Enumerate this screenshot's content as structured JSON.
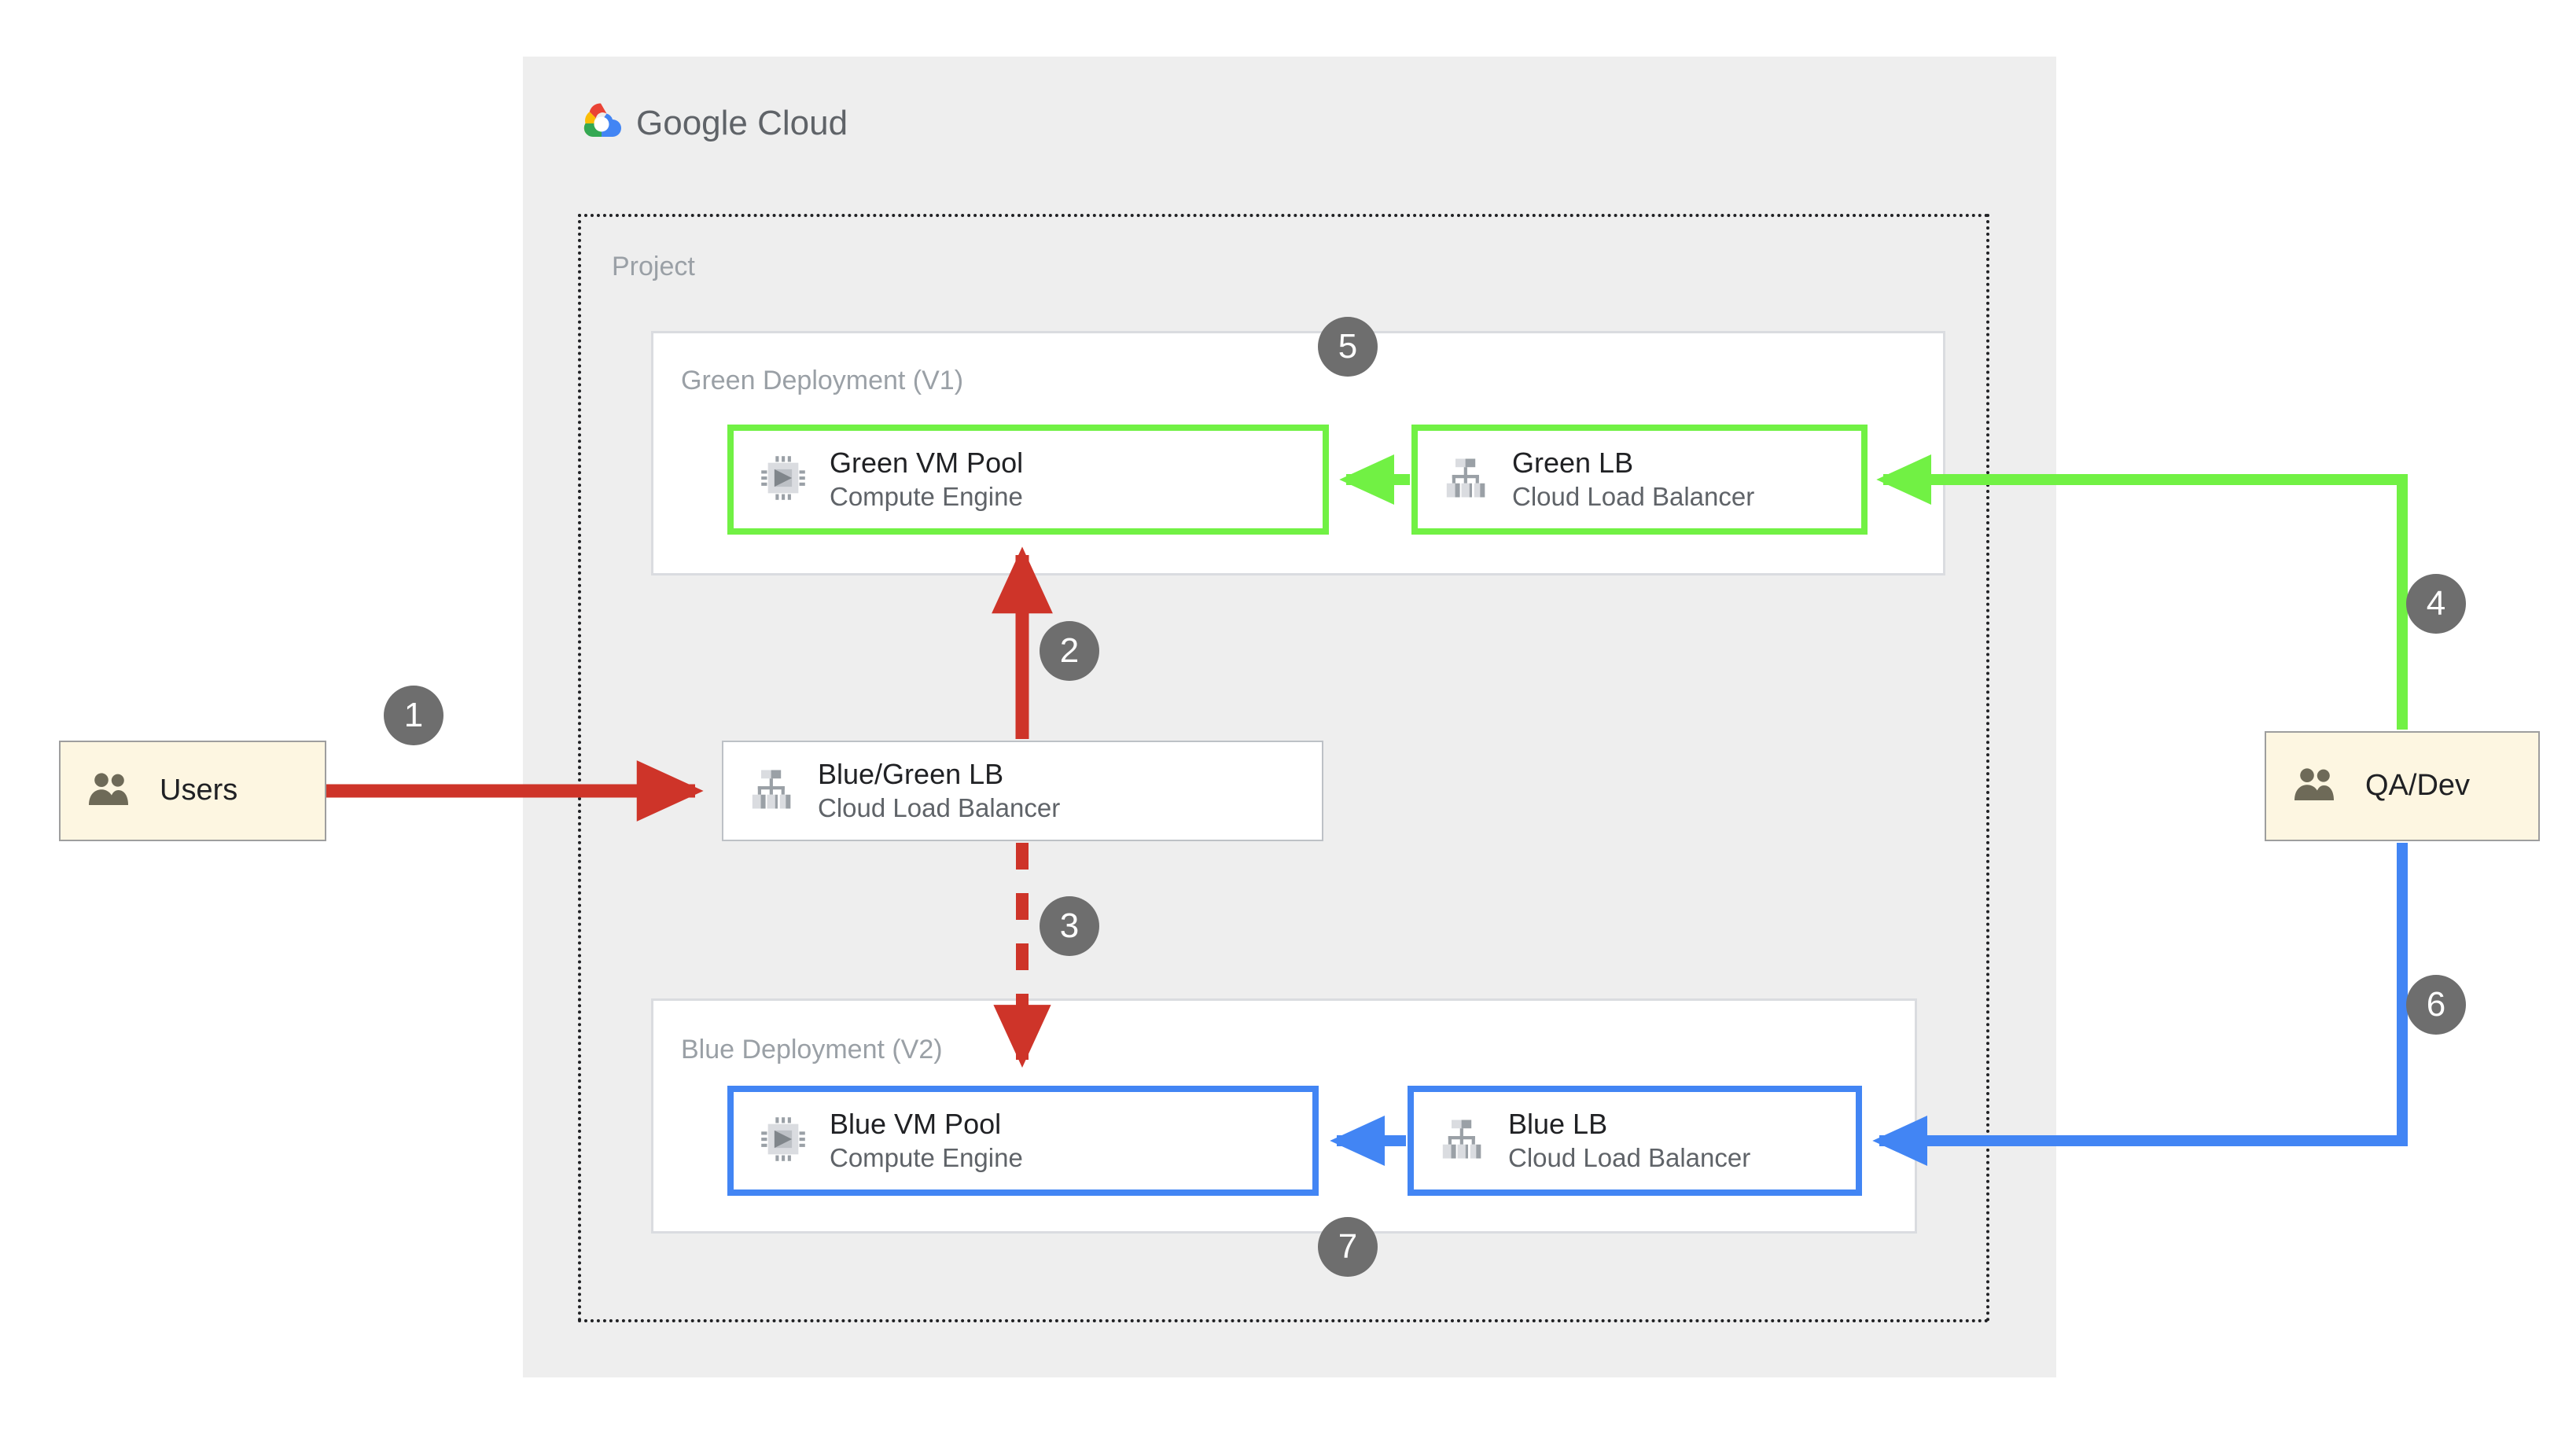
{
  "brand": {
    "name_part1": "Google",
    "name_part2": "Cloud",
    "logo_icon": "google-cloud-logo"
  },
  "project": {
    "label": "Project"
  },
  "groups": [
    {
      "id": "green-deployment",
      "label": "Green Deployment (V1)"
    },
    {
      "id": "blue-deployment",
      "label": "Blue Deployment (V2)"
    }
  ],
  "nodes": {
    "green_vm": {
      "title": "Green VM Pool",
      "subtitle": "Compute Engine",
      "icon": "compute-engine-chip-icon",
      "accent": "#71f144"
    },
    "green_lb": {
      "title": "Green LB",
      "subtitle": "Cloud Load Balancer",
      "icon": "cloud-load-balancer-icon",
      "accent": "#71f144"
    },
    "bluegreen_lb": {
      "title": "Blue/Green LB",
      "subtitle": "Cloud Load Balancer",
      "icon": "cloud-load-balancer-icon",
      "accent": "#bdc1c6"
    },
    "blue_vm": {
      "title": "Blue VM Pool",
      "subtitle": "Compute Engine",
      "icon": "compute-engine-chip-icon",
      "accent": "#4285f4"
    },
    "blue_lb": {
      "title": "Blue LB",
      "subtitle": "Cloud Load Balancer",
      "icon": "cloud-load-balancer-icon",
      "accent": "#4285f4"
    },
    "users": {
      "title": "Users",
      "icon": "users-group-icon",
      "fill": "#fdf6e1"
    },
    "qa_dev": {
      "title": "QA/Dev",
      "icon": "users-group-icon",
      "fill": "#fdf6e1"
    }
  },
  "badges": [
    {
      "number": "1"
    },
    {
      "number": "2"
    },
    {
      "number": "3"
    },
    {
      "number": "4"
    },
    {
      "number": "5"
    },
    {
      "number": "6"
    },
    {
      "number": "7"
    }
  ],
  "flows": [
    {
      "step": "1",
      "from": "users",
      "to": "bluegreen_lb",
      "color": "#ce3429",
      "style": "solid"
    },
    {
      "step": "2",
      "from": "bluegreen_lb",
      "to": "green_vm",
      "color": "#ce3429",
      "style": "solid"
    },
    {
      "step": "3",
      "from": "bluegreen_lb",
      "to": "blue_vm",
      "color": "#ce3429",
      "style": "dashed"
    },
    {
      "step": "4",
      "from": "qa_dev",
      "to": "green_lb",
      "color": "#71f144",
      "style": "solid"
    },
    {
      "step": "5",
      "from": "green_lb",
      "to": "green_vm",
      "color": "#71f144",
      "style": "solid"
    },
    {
      "step": "6",
      "from": "qa_dev",
      "to": "blue_lb",
      "color": "#4285f4",
      "style": "solid"
    },
    {
      "step": "7",
      "from": "blue_lb",
      "to": "blue_vm",
      "color": "#4285f4",
      "style": "solid"
    }
  ],
  "colors": {
    "red": "#ce3429",
    "green": "#71f144",
    "blue": "#4285f4",
    "badge_gray": "#6e6e6e",
    "canvas_gray": "#eeeeee",
    "cream": "#fdf6e1"
  }
}
